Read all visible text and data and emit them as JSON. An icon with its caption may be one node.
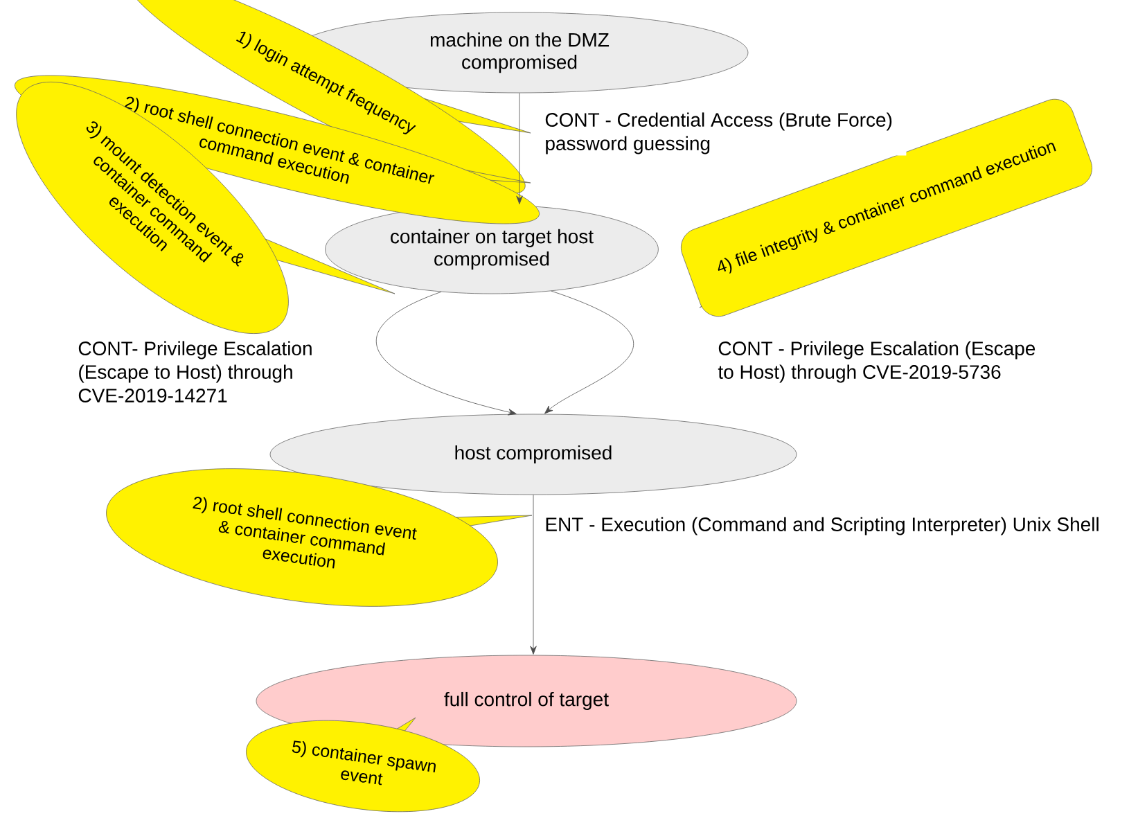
{
  "diagram": {
    "nodes": [
      {
        "text": [
          "machine on the DMZ compromised"
        ]
      },
      {
        "text": [
          "container on target host compromised"
        ]
      },
      {
        "text": [
          "host compromised"
        ]
      },
      {
        "text": [
          "full control of target"
        ]
      },
      {
        "text": [
          "1) login attempt frequency"
        ]
      },
      {
        "text": [
          "2) root shell connection event & container command execution"
        ]
      },
      {
        "text": [
          "3) mount detection event & container command execution"
        ]
      },
      {
        "text": [
          "4) file integrity & container command execution"
        ]
      },
      {
        "text": [
          "2) root shell connection event & container command execution"
        ]
      },
      {
        "text": [
          "5) container spawn event"
        ]
      }
    ],
    "edges": [
      {
        "from": 0,
        "to": 1,
        "arrow": "to",
        "label": "CONT - Credential Access (Brute Force) password guessing"
      },
      {
        "from": 1,
        "to": 2,
        "arrow": "to",
        "label": "CONT- Privilege Escalation (Escape to Host) through CVE-2019-14271"
      },
      {
        "from": 1,
        "to": 2,
        "arrow": "to",
        "label": "CONT - Privilege Escalation (Escape to Host) through CVE-2019-5736"
      },
      {
        "from": 2,
        "to": 3,
        "arrow": "to",
        "label": "ENT - Execution (Command and Scripting Interpreter) Unix Shell"
      }
    ]
  }
}
